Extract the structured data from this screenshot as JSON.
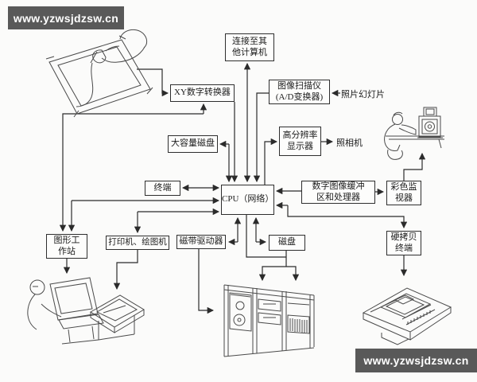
{
  "watermarks": {
    "top_left": "www.yzwsjdzsw.cn",
    "bottom_right": "www.yzwsjdzsw.cn"
  },
  "nodes": {
    "connect_other": "连接至其\n他计算机",
    "xy_digitizer": "XY数字转换器",
    "scanner": "图像扫描仪\n(A/D变换器)",
    "large_disk": "大容量磁盘",
    "hires_display": "高分辨率\n显示器",
    "terminal": "终端",
    "cpu": "CPU（网络）",
    "image_buffer": "数字图像缓冲\n区和处理器",
    "color_monitor": "彩色监\n视器",
    "graphics_workstation": "图形工\n作站",
    "printer_plotter": "打印机、绘图机",
    "tape_drive": "磁带驱动器",
    "disk": "磁盘",
    "hardcopy_terminal": "硬拷贝\n终端"
  },
  "labels": {
    "photo_slides": "照片幻灯片",
    "camera": "照相机"
  },
  "colors": {
    "watermark_bg": "#595959",
    "line_color": "#2b2b2b",
    "paper_bg": "#fbfbfa"
  }
}
